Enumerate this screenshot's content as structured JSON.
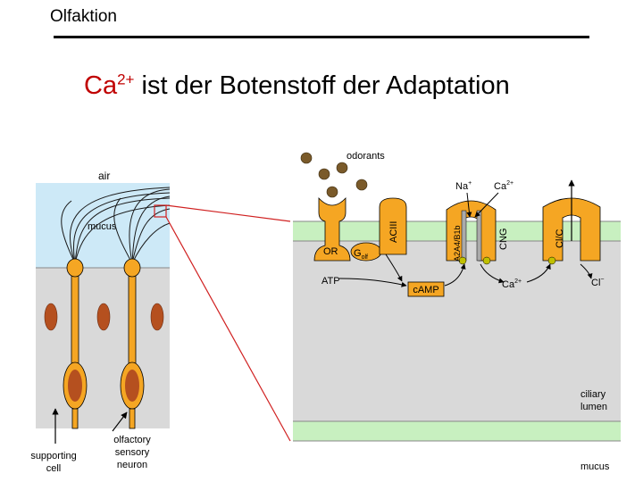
{
  "header": {
    "title": "Olfaktion"
  },
  "slide": {
    "title_main": "Ca",
    "title_sup": "2+",
    "title_rest": " ist der Botenstoff der Adaptation"
  },
  "left_panel": {
    "air": "air",
    "mucus": "mucus",
    "supporting_cell": [
      "supporting",
      "cell"
    ],
    "olfactory_neuron": [
      "olfactory",
      "sensory",
      "neuron"
    ]
  },
  "right_panel": {
    "odorants": "odorants",
    "na": "Na",
    "na_sup": "+",
    "ca_top": "Ca",
    "ca_top_sup": "2+",
    "or": "OR",
    "golf": "G",
    "golf_sub": "olf",
    "aciii": "ACIII",
    "a2a4": "A2A4/B1b",
    "cng": "CNG",
    "clc": "Cl/C",
    "atp": "ATP",
    "camp": "cAMP",
    "ca_in": "Ca",
    "ca_in_sup": "2+",
    "cl": "Cl",
    "cl_sup": "−",
    "ciliary": [
      "ciliary",
      "lumen"
    ],
    "mucus_bottom": "mucus"
  },
  "colors": {
    "title_red": "#c00000",
    "orange": "#f5a623",
    "air_blue": "#cde9f7",
    "gray": "#d9d9d9",
    "membrane_green": "#c8f0c0",
    "nucleus": "#b5501f",
    "zoom_line": "#d02020"
  }
}
